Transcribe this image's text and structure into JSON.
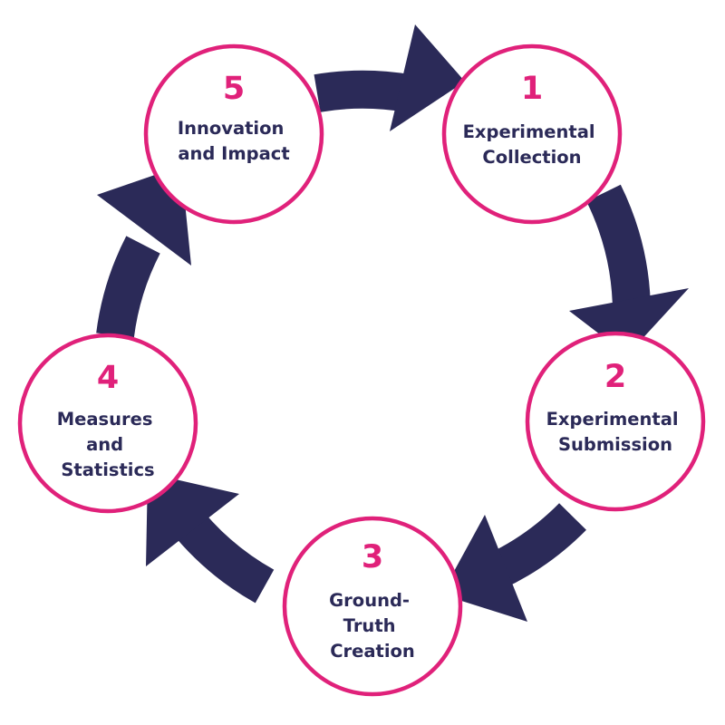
{
  "colors": {
    "ring": "#2b2a58",
    "node_border": "#e0217a",
    "number": "#e0217a",
    "label": "#2b2a58",
    "node_fill": "#ffffff"
  },
  "steps": [
    {
      "number": "1",
      "label_lines": [
        "Experimental",
        "Collection"
      ]
    },
    {
      "number": "2",
      "label_lines": [
        "Experimental",
        "Submission"
      ]
    },
    {
      "number": "3",
      "label_lines": [
        "Ground-",
        "Truth",
        "Creation"
      ]
    },
    {
      "number": "4",
      "label_lines": [
        "Measures",
        "and",
        "Statistics"
      ]
    },
    {
      "number": "5",
      "label_lines": [
        "Innovation",
        "and Impact"
      ]
    }
  ]
}
